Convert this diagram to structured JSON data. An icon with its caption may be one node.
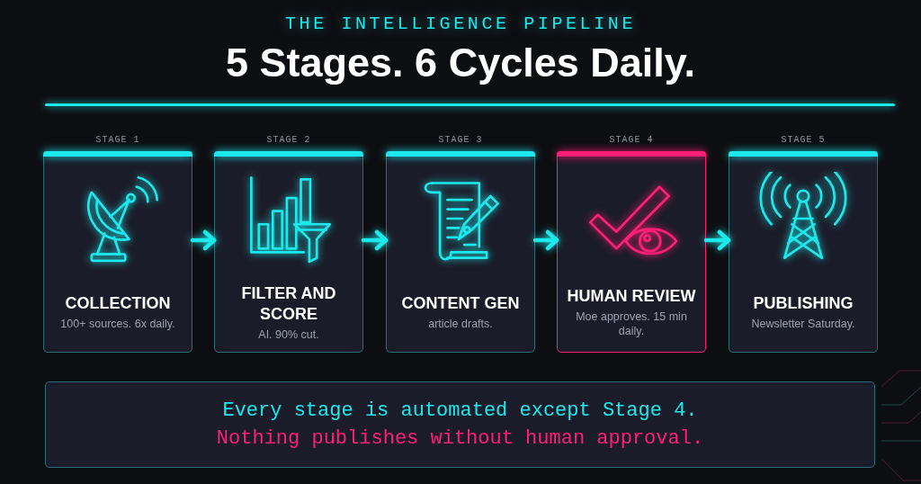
{
  "diagram": {
    "title": "5 Stages. 6 Cycles Daily.",
    "labels": [
      "THE INTELLIGENCE PIPELINE"
    ],
    "nodes": [
      {
        "text": [
          "STAGE 1",
          "COLLECTION",
          "100+ sources. 6x daily."
        ]
      },
      {
        "text": [
          "STAGE 2",
          "FILTER AND SCORE",
          "AI. 90% cut."
        ]
      },
      {
        "text": [
          "STAGE 3",
          "CONTENT GEN",
          "article drafts."
        ]
      },
      {
        "text": [
          "STAGE 4",
          "HUMAN REVIEW",
          "Moe approves. 15 min daily."
        ]
      },
      {
        "text": [
          "STAGE 5",
          "PUBLISHING",
          "Newsletter Saturday."
        ]
      },
      {
        "text": [
          "Every stage is automated except Stage 4.",
          "Nothing publishes without human approval."
        ]
      }
    ],
    "edges": [
      {
        "from": 0,
        "to": 1,
        "arrow": "to"
      },
      {
        "from": 1,
        "to": 2,
        "arrow": "to"
      },
      {
        "from": 2,
        "to": 3,
        "arrow": "to"
      },
      {
        "from": 3,
        "to": 4,
        "arrow": "to"
      }
    ]
  }
}
